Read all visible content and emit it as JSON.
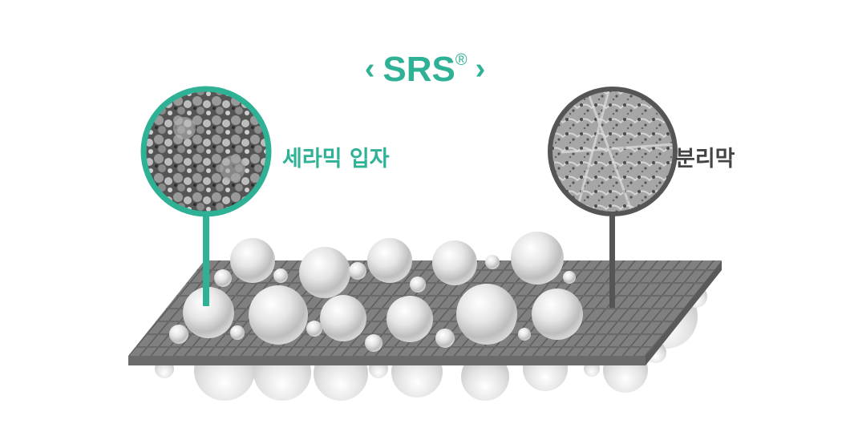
{
  "title": {
    "left_chevron": "‹",
    "text": "SRS",
    "registered": "®",
    "right_chevron": "›"
  },
  "callouts": [
    {
      "label": "세라믹 입자",
      "meaning": "ceramic particles",
      "color": "#2fb196"
    },
    {
      "label": "분리막",
      "meaning": "separator",
      "color": "#555555"
    }
  ],
  "colors": {
    "accent": "#2fb196",
    "separator_line": "#555555",
    "mesh": "#7a7a7a",
    "background": "#ffffff"
  }
}
